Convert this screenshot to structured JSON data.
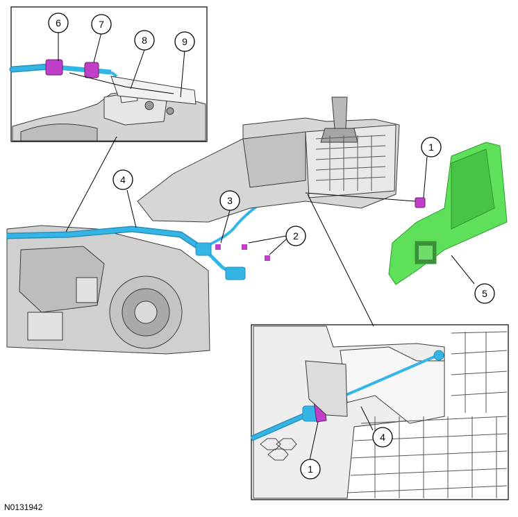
{
  "figure_code": "N0131942",
  "callouts": [
    {
      "label": "1"
    },
    {
      "label": "2"
    },
    {
      "label": "3"
    },
    {
      "label": "4"
    },
    {
      "label": "5"
    },
    {
      "label": "6"
    },
    {
      "label": "7"
    },
    {
      "label": "8"
    },
    {
      "label": "9"
    },
    {
      "label": "4"
    },
    {
      "label": "1"
    }
  ],
  "colors": {
    "cable": "#33b6e6",
    "clip": "#c03fc8",
    "trim_panel": "#5ee05a",
    "housing": "#cfcfcf",
    "outline": "#3a3a3a"
  },
  "icons": [
    "shifter-housing",
    "shift-cable",
    "transmission-case",
    "console-trim-panel",
    "retaining-clip"
  ]
}
